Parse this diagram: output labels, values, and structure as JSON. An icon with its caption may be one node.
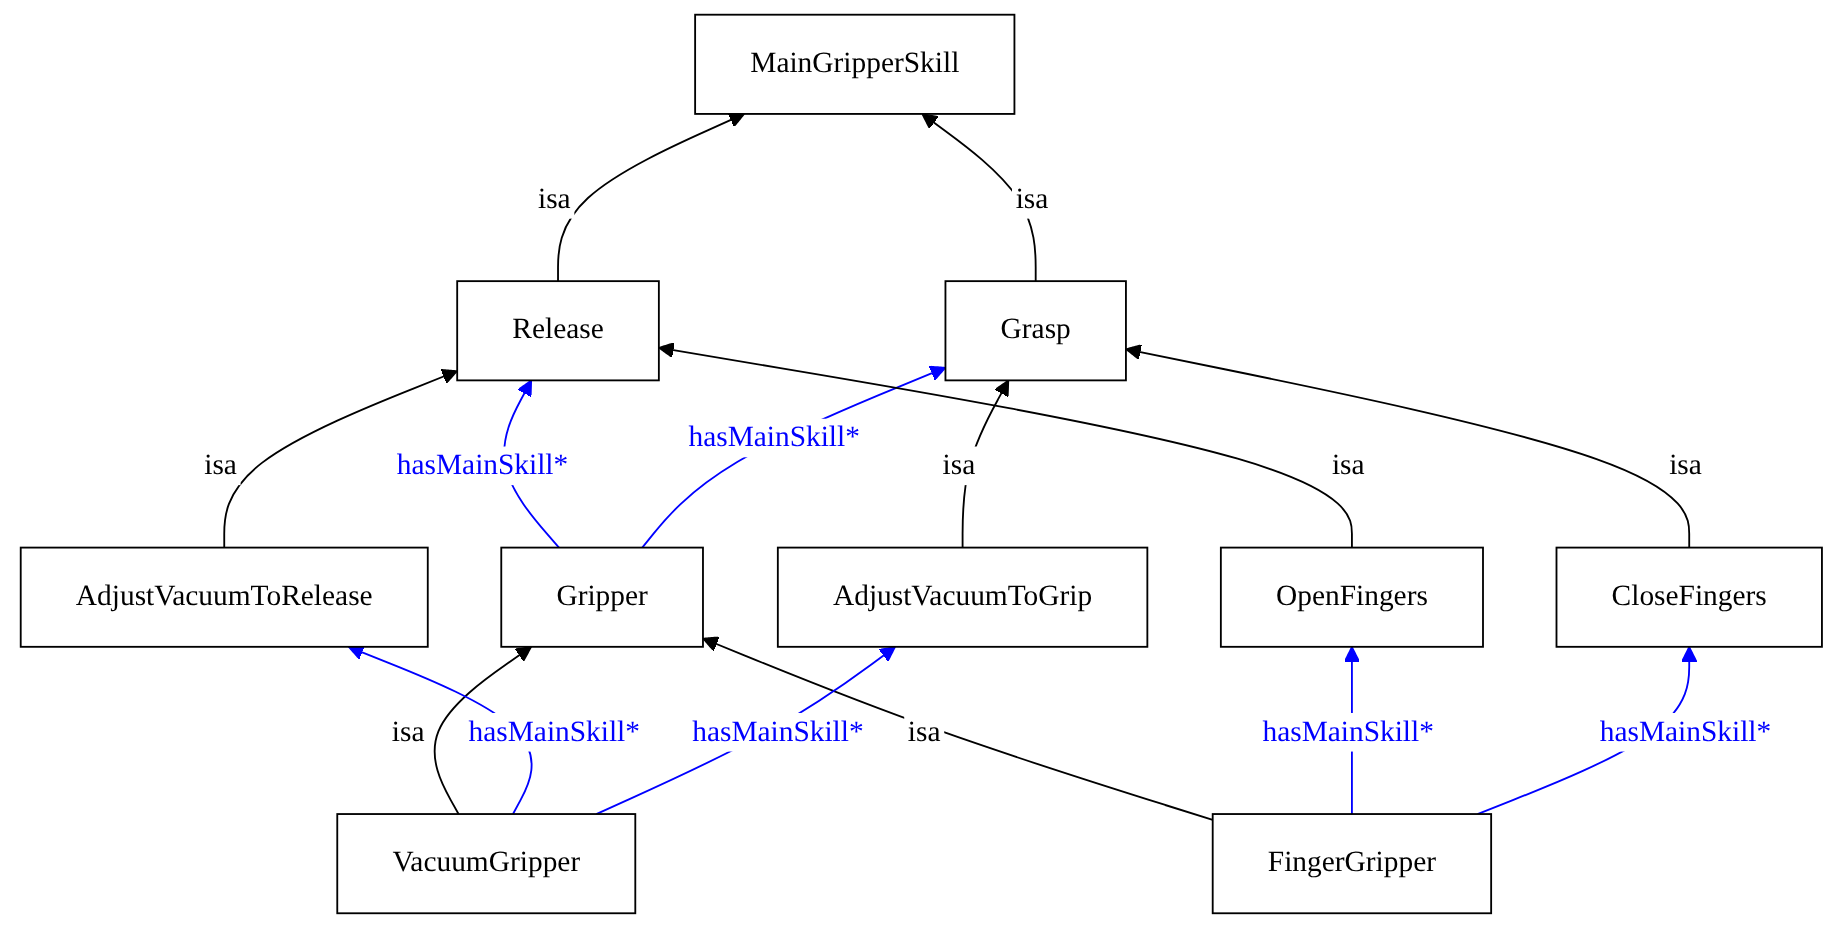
{
  "diagram": {
    "nodes": [
      {
        "text": [
          "MainGripperSkill"
        ]
      },
      {
        "text": [
          "Gripper"
        ]
      },
      {
        "text": [
          "Release"
        ]
      },
      {
        "text": [
          "VacuumGripper"
        ]
      },
      {
        "text": [
          "FingerGripper"
        ]
      },
      {
        "text": [
          "Grasp"
        ]
      },
      {
        "text": [
          "AdjustVacuumToRelease"
        ]
      },
      {
        "text": [
          "OpenFingers"
        ]
      },
      {
        "text": [
          "CloseFingers"
        ]
      },
      {
        "text": [
          "AdjustVacuumToGrip"
        ]
      }
    ],
    "edges": [
      {
        "from": 2,
        "to": 0,
        "arrow": "to",
        "label": "isa"
      },
      {
        "from": 5,
        "to": 0,
        "arrow": "to",
        "label": "isa"
      },
      {
        "from": 1,
        "to": 2,
        "arrow": "to",
        "label": "hasMainSkill*",
        "color": "#0000ff"
      },
      {
        "from": 1,
        "to": 5,
        "arrow": "to",
        "label": "hasMainSkill*",
        "color": "#0000ff"
      },
      {
        "from": 3,
        "to": 1,
        "arrow": "to",
        "label": "isa"
      },
      {
        "from": 4,
        "to": 1,
        "arrow": "to",
        "label": "isa"
      },
      {
        "from": 6,
        "to": 2,
        "arrow": "to",
        "label": "isa"
      },
      {
        "from": 7,
        "to": 2,
        "arrow": "to",
        "label": "isa"
      },
      {
        "from": 8,
        "to": 5,
        "arrow": "to",
        "label": "isa"
      },
      {
        "from": 9,
        "to": 5,
        "arrow": "to",
        "label": "isa"
      },
      {
        "from": 3,
        "to": 6,
        "arrow": "to",
        "label": "hasMainSkill*",
        "color": "#0000ff"
      },
      {
        "from": 3,
        "to": 9,
        "arrow": "to",
        "label": "hasMainSkill*",
        "color": "#0000ff"
      },
      {
        "from": 4,
        "to": 7,
        "arrow": "to",
        "label": "hasMainSkill*",
        "color": "#0000ff"
      },
      {
        "from": 4,
        "to": 8,
        "arrow": "to",
        "label": "hasMainSkill*",
        "color": "#0000ff"
      }
    ]
  }
}
